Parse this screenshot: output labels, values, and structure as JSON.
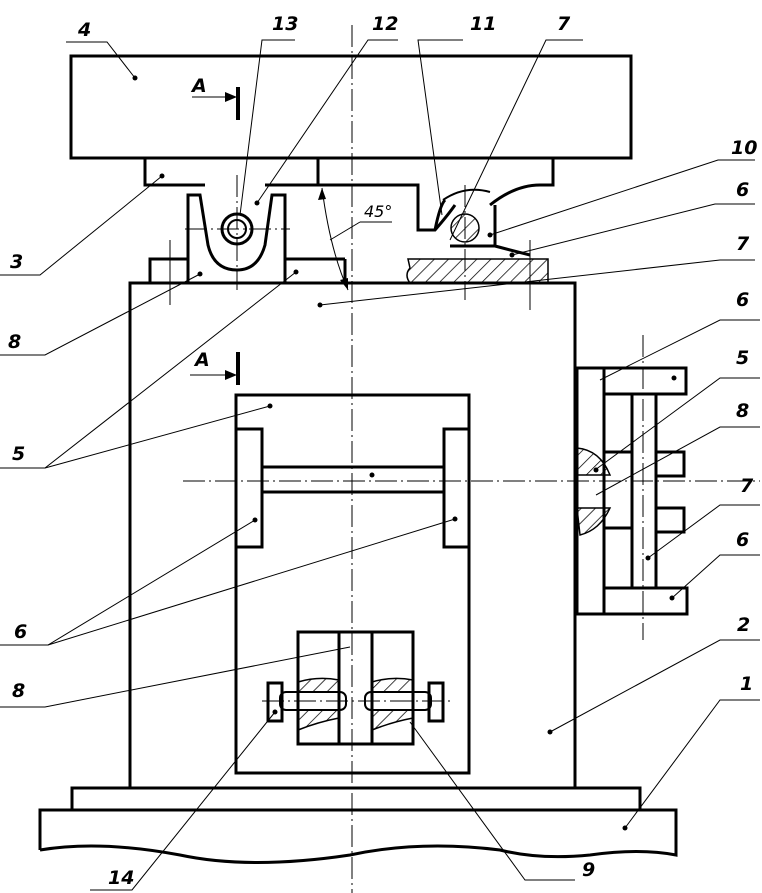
{
  "drawing": {
    "type": "assembly drawing (front view)",
    "section_marker": "A",
    "angle_annotation": "45°",
    "callouts": [
      {
        "id": "c4",
        "label": "4"
      },
      {
        "id": "c13",
        "label": "13"
      },
      {
        "id": "c12",
        "label": "12"
      },
      {
        "id": "c11",
        "label": "11"
      },
      {
        "id": "c7a",
        "label": "7"
      },
      {
        "id": "c10",
        "label": "10"
      },
      {
        "id": "c6a",
        "label": "6"
      },
      {
        "id": "c7b",
        "label": "7"
      },
      {
        "id": "c3",
        "label": "3"
      },
      {
        "id": "c8a",
        "label": "8"
      },
      {
        "id": "c5a",
        "label": "5"
      },
      {
        "id": "c6b",
        "label": "6"
      },
      {
        "id": "c5b",
        "label": "5"
      },
      {
        "id": "c8b",
        "label": "8"
      },
      {
        "id": "c7c",
        "label": "7"
      },
      {
        "id": "c6c",
        "label": "6"
      },
      {
        "id": "c6d",
        "label": "6"
      },
      {
        "id": "c8c",
        "label": "8"
      },
      {
        "id": "c2",
        "label": "2"
      },
      {
        "id": "c1",
        "label": "1"
      },
      {
        "id": "c14",
        "label": "14"
      },
      {
        "id": "c9",
        "label": "9"
      }
    ]
  }
}
